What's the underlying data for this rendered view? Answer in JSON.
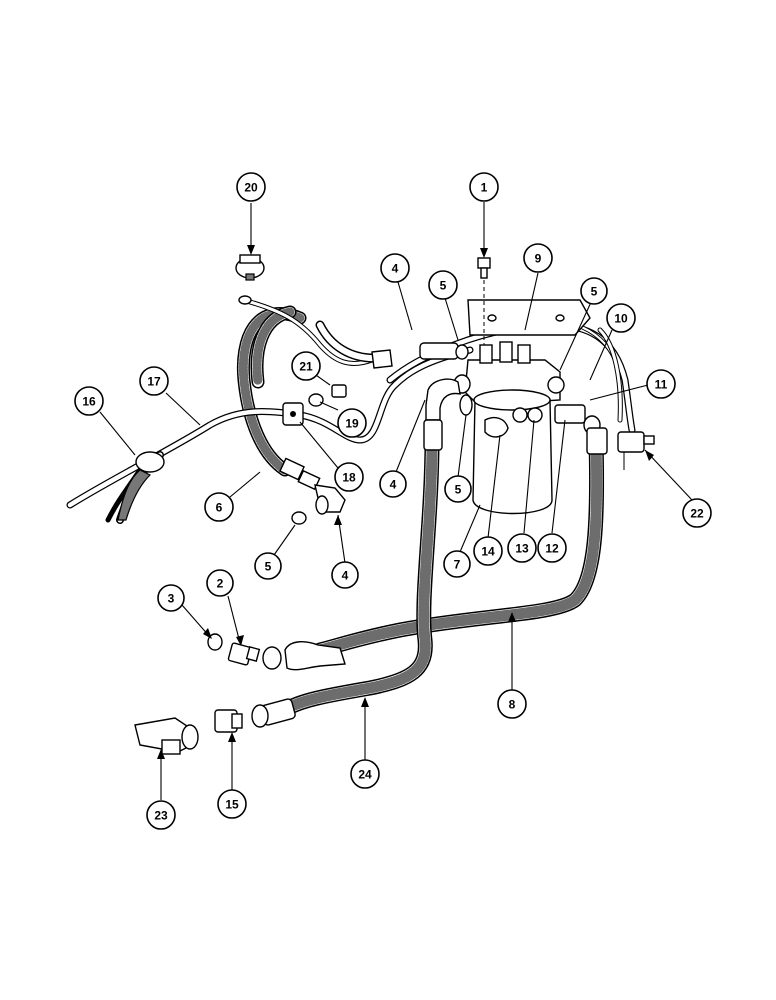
{
  "callouts": [
    {
      "id": "1",
      "label": "1"
    },
    {
      "id": "2",
      "label": "2"
    },
    {
      "id": "3",
      "label": "3"
    },
    {
      "id": "4a",
      "label": "4"
    },
    {
      "id": "4b",
      "label": "4"
    },
    {
      "id": "4c",
      "label": "4"
    },
    {
      "id": "5a",
      "label": "5"
    },
    {
      "id": "5b",
      "label": "5"
    },
    {
      "id": "5c",
      "label": "5"
    },
    {
      "id": "5d",
      "label": "5"
    },
    {
      "id": "6",
      "label": "6"
    },
    {
      "id": "7",
      "label": "7"
    },
    {
      "id": "8",
      "label": "8"
    },
    {
      "id": "9",
      "label": "9"
    },
    {
      "id": "10",
      "label": "10"
    },
    {
      "id": "11",
      "label": "11"
    },
    {
      "id": "12",
      "label": "12"
    },
    {
      "id": "13",
      "label": "13"
    },
    {
      "id": "14",
      "label": "14"
    },
    {
      "id": "15",
      "label": "15"
    },
    {
      "id": "16",
      "label": "16"
    },
    {
      "id": "17",
      "label": "17"
    },
    {
      "id": "18",
      "label": "18"
    },
    {
      "id": "19",
      "label": "19"
    },
    {
      "id": "20",
      "label": "20"
    },
    {
      "id": "21",
      "label": "21"
    },
    {
      "id": "22",
      "label": "22"
    },
    {
      "id": "23",
      "label": "23"
    },
    {
      "id": "24",
      "label": "24"
    }
  ]
}
